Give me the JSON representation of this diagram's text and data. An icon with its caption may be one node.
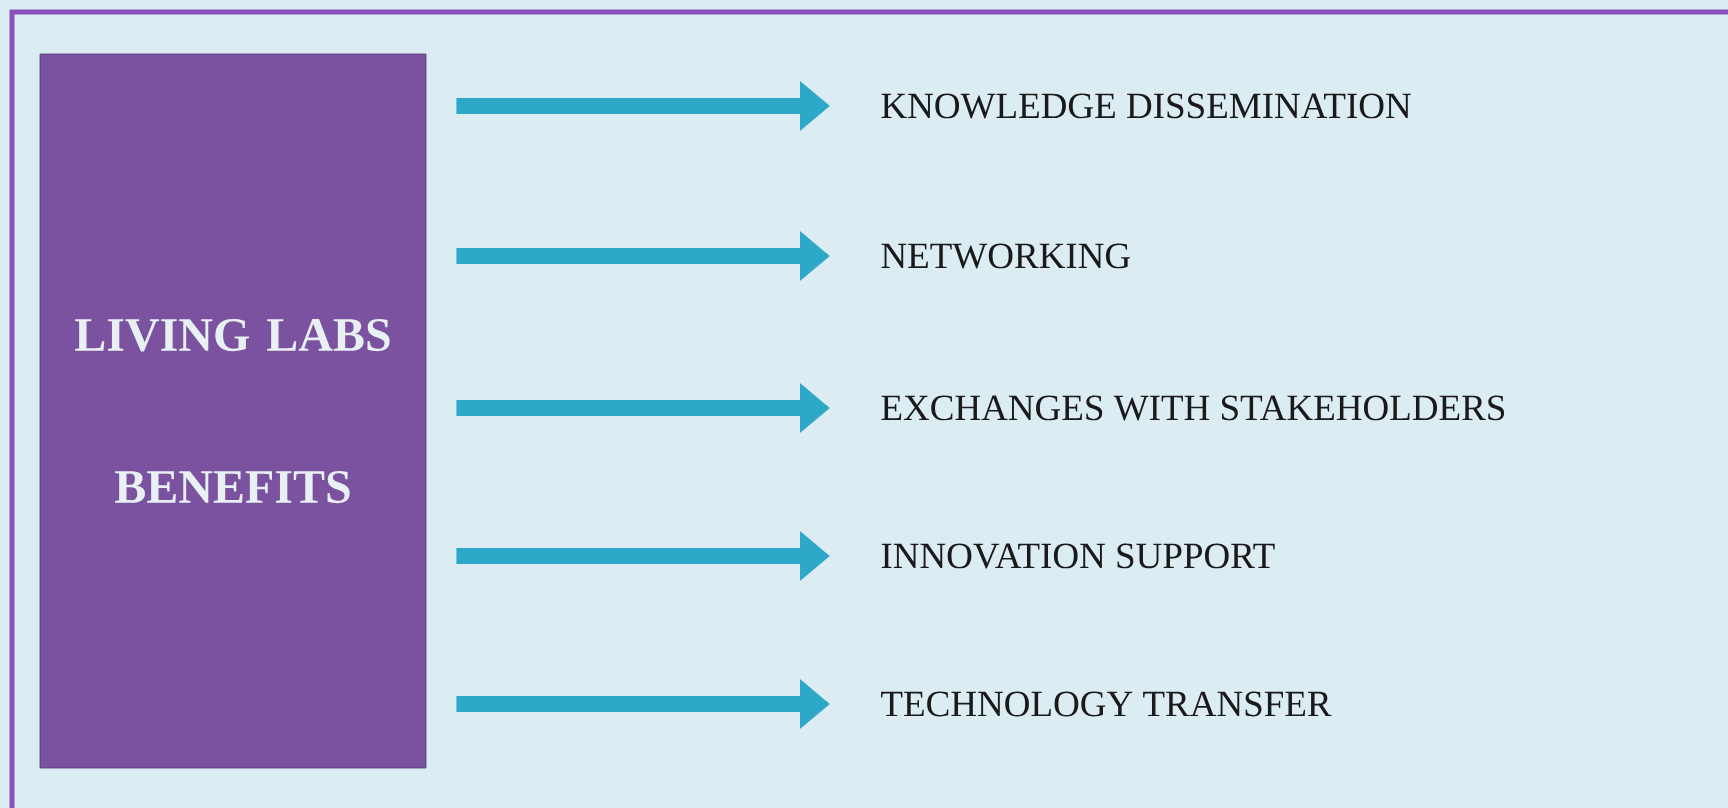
{
  "diagram": {
    "nodes": [
      {
        "text": [
          "LIVING LABS BENEFITS"
        ]
      },
      {
        "text": [
          "KNOWLEDGE DISSEMINATION"
        ]
      },
      {
        "text": [
          "NETWORKING"
        ]
      },
      {
        "text": [
          "EXCHANGES WITH STAKEHOLDERS"
        ]
      },
      {
        "text": [
          "INNOVATION SUPPORT"
        ]
      },
      {
        "text": [
          "TECHNOLOGY TRANSFER"
        ]
      }
    ],
    "edges": [
      {
        "from": 0,
        "to": 1,
        "arrow": "to"
      },
      {
        "from": 0,
        "to": 2,
        "arrow": "to"
      },
      {
        "from": 0,
        "to": 3,
        "arrow": "to"
      },
      {
        "from": 0,
        "to": 4,
        "arrow": "to"
      },
      {
        "from": 0,
        "to": 5,
        "arrow": "to"
      }
    ]
  }
}
